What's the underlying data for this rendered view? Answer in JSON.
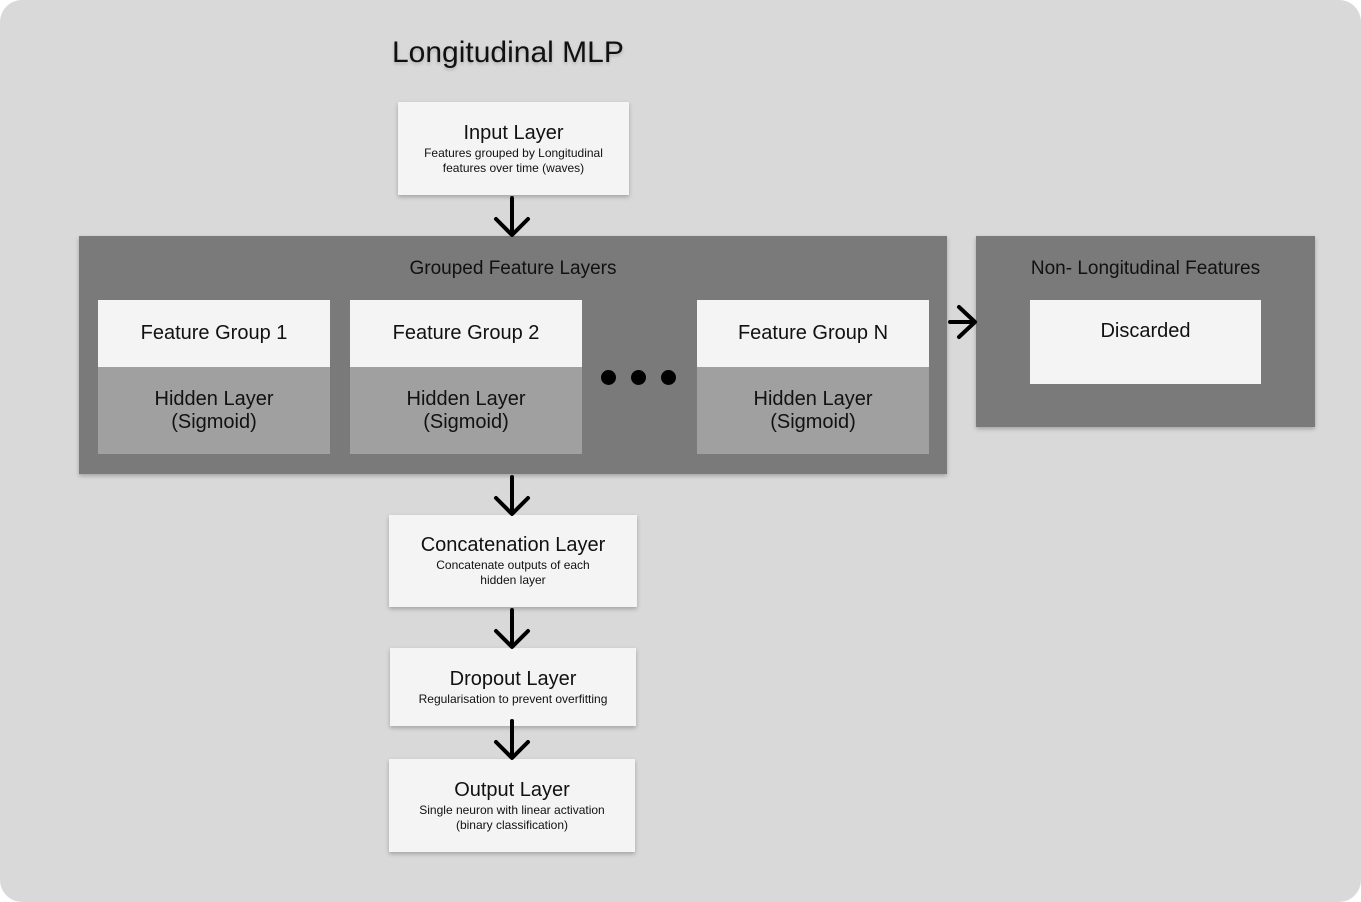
{
  "title": "Longitudinal MLP",
  "input_layer": {
    "label": "Input Layer",
    "description_line1": "Features grouped by Longitudinal",
    "description_line2": "features over time (waves)"
  },
  "grouped_feature_layers": {
    "label": "Grouped Feature Layers",
    "groups": [
      {
        "label": "Feature Group 1",
        "hidden_line1": "Hidden Layer",
        "hidden_line2": "(Sigmoid)"
      },
      {
        "label": "Feature Group 2",
        "hidden_line1": "Hidden Layer",
        "hidden_line2": "(Sigmoid)"
      },
      {
        "label": "Feature Group N",
        "hidden_line1": "Hidden Layer",
        "hidden_line2": "(Sigmoid)"
      }
    ]
  },
  "non_longitudinal": {
    "label": "Non- Longitudinal Features",
    "status": "Discarded"
  },
  "concatenation_layer": {
    "label": "Concatenation Layer",
    "description_line1": "Concatenate outputs of each",
    "description_line2": "hidden layer"
  },
  "dropout_layer": {
    "label": "Dropout Layer",
    "description": "Regularisation to prevent overfitting"
  },
  "output_layer": {
    "label": "Output Layer",
    "description_line1": "Single neuron with linear activation",
    "description_line2": "(binary classification)"
  },
  "colors": {
    "background": "#d9d9d9",
    "panel": "#7a7a7a",
    "box": "#f4f4f4",
    "hidden": "#a0a0a0",
    "arrow": "#000000"
  }
}
